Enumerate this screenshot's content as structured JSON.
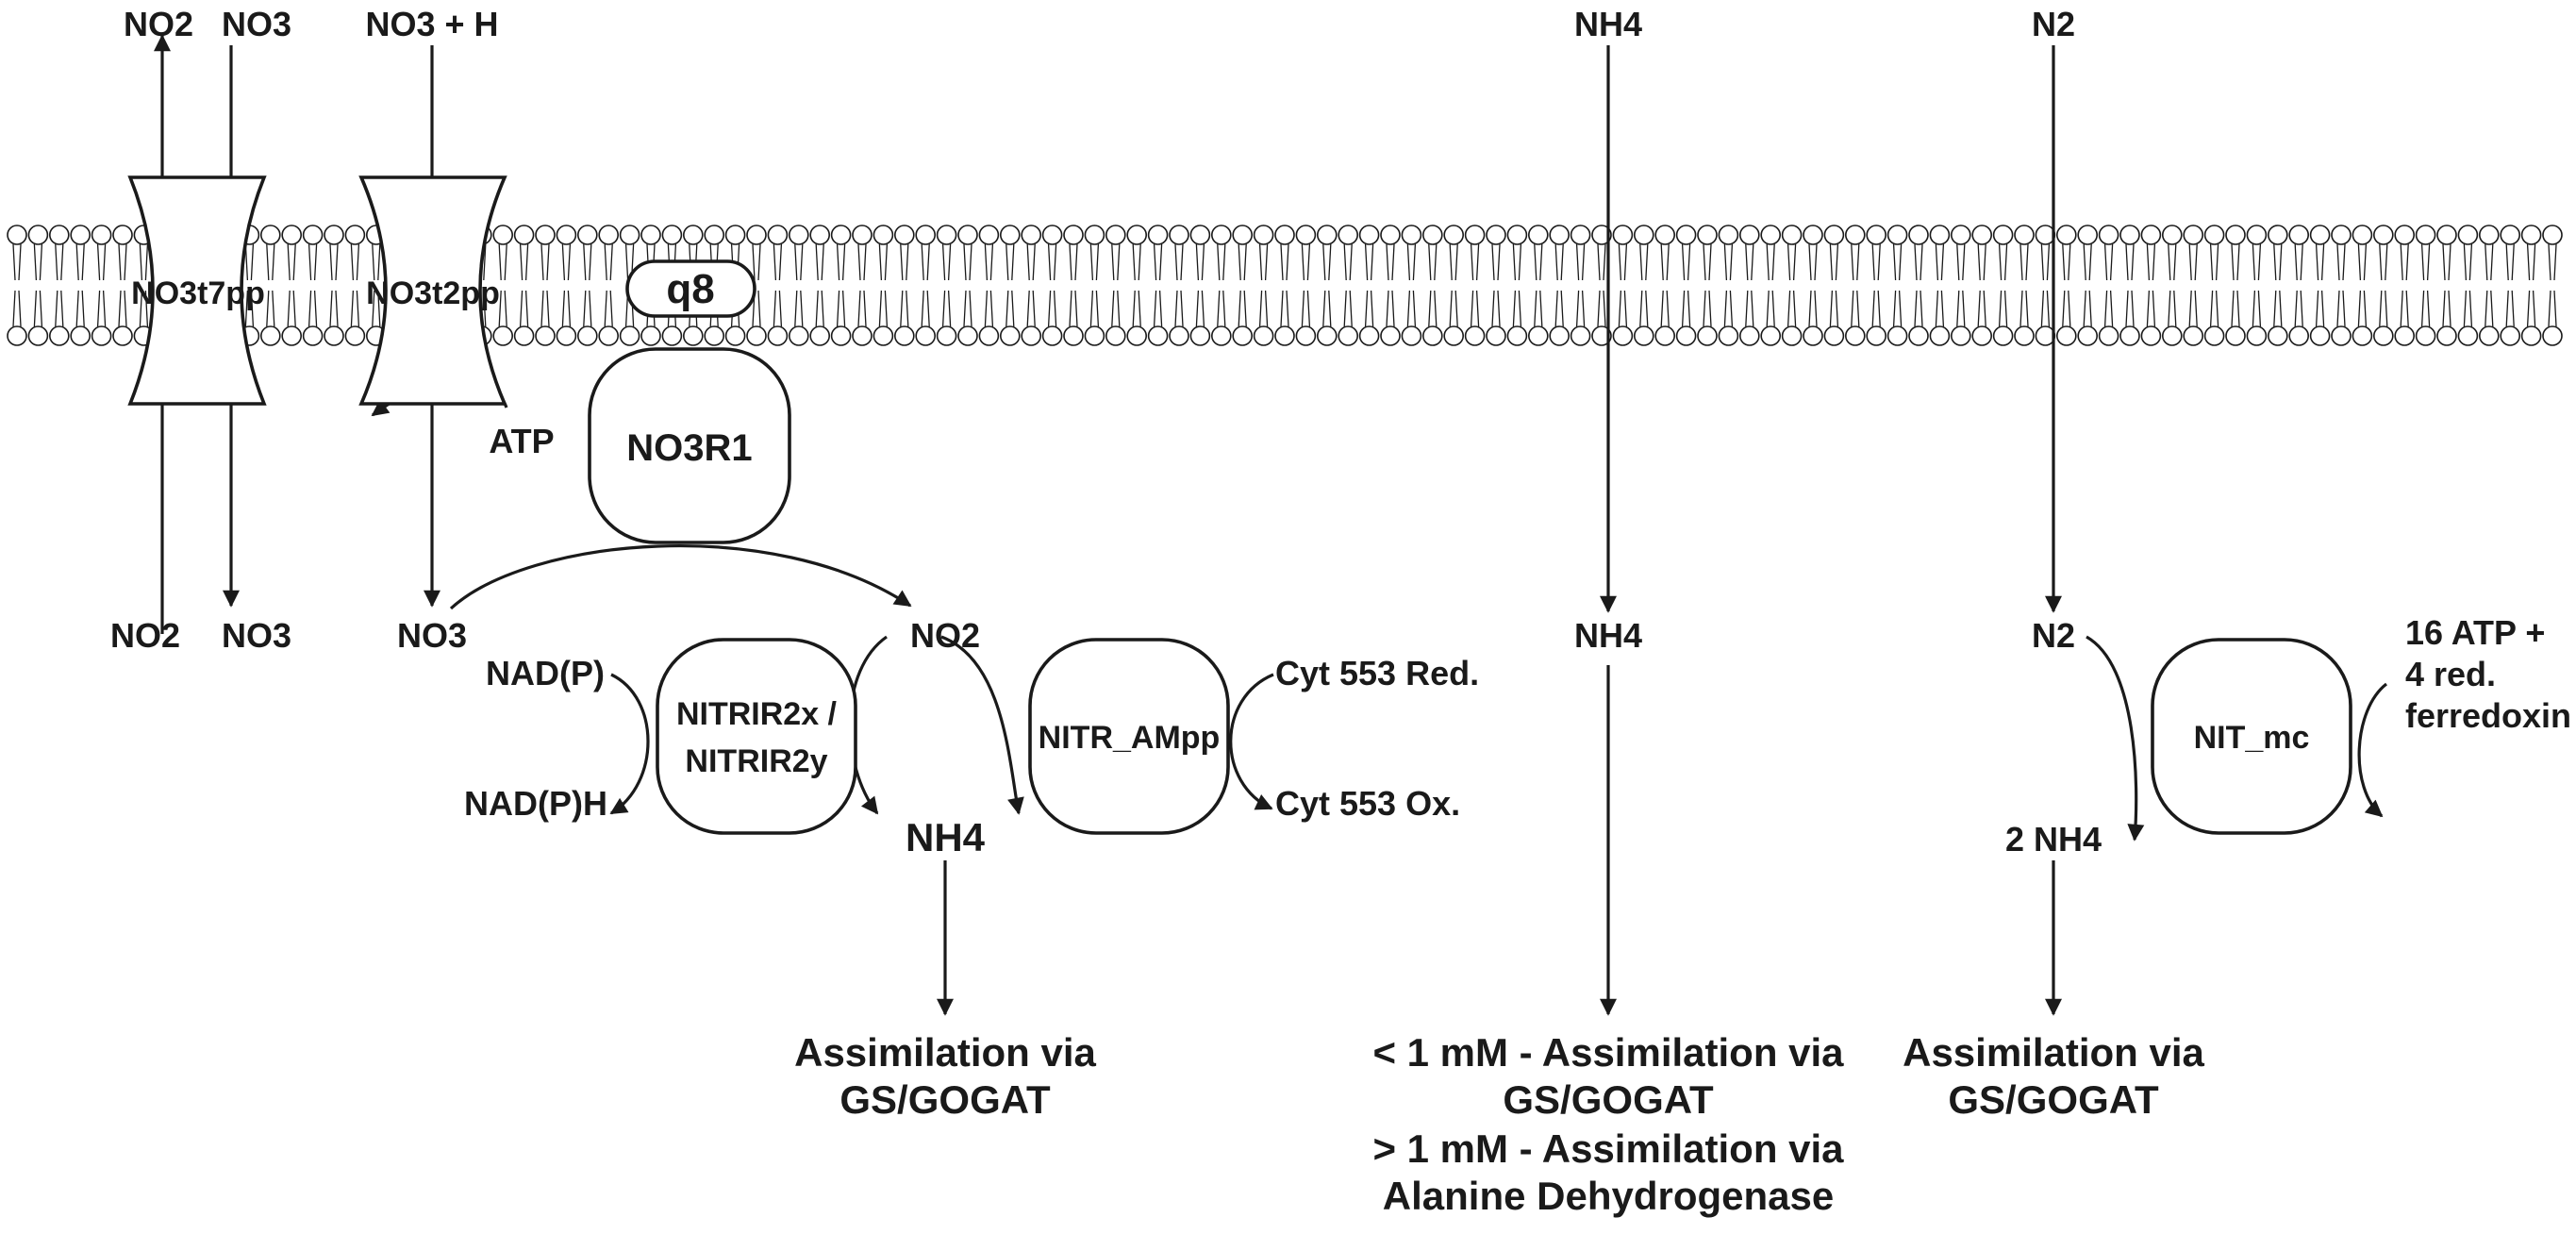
{
  "membrane": {
    "name": "cell-membrane"
  },
  "transporters": [
    {
      "id": "NO3t7pp",
      "label": "NO3t7pp"
    },
    {
      "id": "NO3t2pp",
      "label": "NO3t2pp"
    }
  ],
  "enzymes": {
    "no3r1": "NO3R1",
    "nitrir": [
      "NITRIR2x /",
      "NITRIR2y"
    ],
    "nitr_ampp": "NITR_AMpp",
    "nit_mc": "NIT_mc"
  },
  "quinone": "q8",
  "metabolites": {
    "no2_out": "NO2",
    "no3_out": "NO3",
    "no3_h_out": "NO3 + H",
    "nh4_out": "NH4",
    "n2_out": "N2",
    "no2_in": "NO2",
    "no3_in_left": "NO3",
    "no3_in": "NO3",
    "atp": "ATP",
    "nadp": "NAD(P)",
    "nadph": "NAD(P)H",
    "no2_center": "NO2",
    "nh4_center": "NH4",
    "cyt_red": "Cyt 553 Red.",
    "cyt_ox": "Cyt 553 Ox.",
    "nh4_in": "NH4",
    "n2_in": "N2",
    "atp_ferredoxin": [
      "16 ATP +",
      "4 red.",
      "ferredoxin"
    ],
    "two_nh4": "2 NH4"
  },
  "notes": {
    "assim_left": [
      "Assimilation via",
      "GS/GOGAT"
    ],
    "assim_mid": [
      "< 1 mM - Assimilation via",
      "GS/GOGAT",
      "> 1 mM - Assimilation via",
      "Alanine Dehydrogenase"
    ],
    "assim_right": [
      "Assimilation via",
      "GS/GOGAT"
    ]
  },
  "colors": {
    "ink": "#1a1a1a",
    "background": "#ffffff"
  }
}
